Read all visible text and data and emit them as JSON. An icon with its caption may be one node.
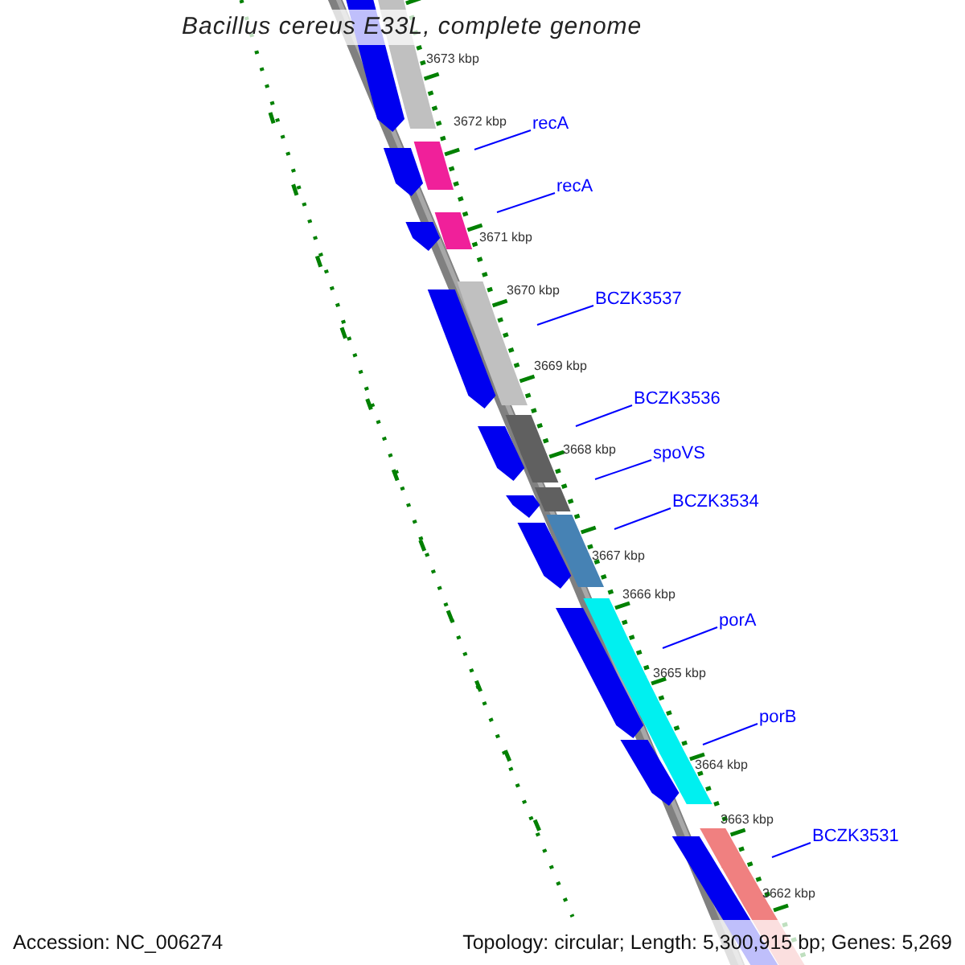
{
  "diagram": {
    "title": "Bacillus cereus E33L, complete genome",
    "nodes": [
      {
        "text": [
          "recA"
        ]
      },
      {
        "text": [
          "recA"
        ]
      },
      {
        "text": [
          "BCZK3537"
        ]
      },
      {
        "text": [
          "BCZK3536"
        ]
      },
      {
        "text": [
          "spoVS"
        ]
      },
      {
        "text": [
          "BCZK3534"
        ]
      },
      {
        "text": [
          "porA"
        ]
      },
      {
        "text": [
          "porB"
        ]
      },
      {
        "text": [
          "BCZK3531"
        ]
      }
    ],
    "edges": [
      {
        "from": 0,
        "to": null,
        "arrow": "none"
      },
      {
        "from": 1,
        "to": null,
        "arrow": "none"
      },
      {
        "from": 2,
        "to": null,
        "arrow": "none"
      },
      {
        "from": 3,
        "to": null,
        "arrow": "none"
      },
      {
        "from": 4,
        "to": null,
        "arrow": "none"
      },
      {
        "from": 5,
        "to": null,
        "arrow": "none"
      },
      {
        "from": 6,
        "to": null,
        "arrow": "none"
      },
      {
        "from": 7,
        "to": null,
        "arrow": "none"
      },
      {
        "from": 8,
        "to": null,
        "arrow": "none"
      }
    ],
    "labels": [
      "3673 kbp",
      "3672 kbp",
      "3671 kbp",
      "3670 kbp",
      "3669 kbp",
      "3668 kbp",
      "3667 kbp",
      "3666 kbp",
      "3665 kbp",
      "3664 kbp",
      "3663 kbp",
      "3662 kbp",
      "Accession: NC_006274",
      "Topology: circular; Length: 5,300,915 bp; Genes: 5,269"
    ]
  }
}
